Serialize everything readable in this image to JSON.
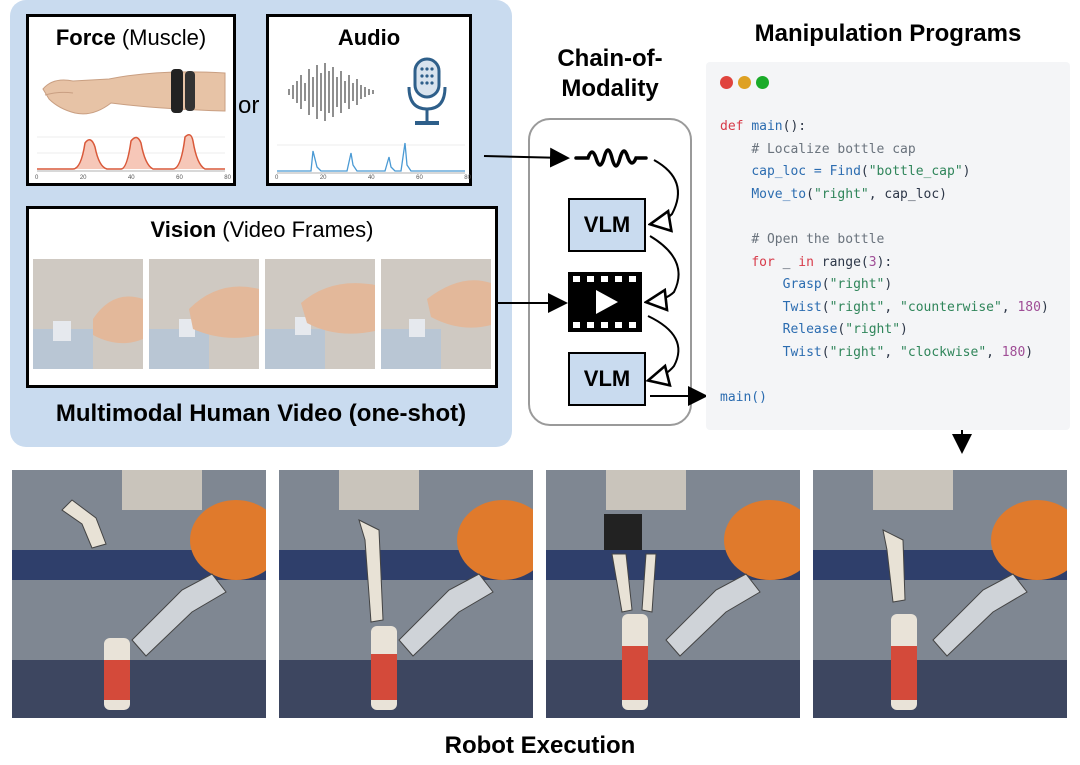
{
  "inputs": {
    "force": {
      "title_bold": "Force",
      "title_rest": " (Muscle)",
      "axis_ticks": [
        "0",
        "20",
        "40",
        "60",
        "80"
      ]
    },
    "or_text": "or",
    "audio": {
      "title": "Audio",
      "axis_ticks": [
        "0",
        "20",
        "40",
        "60",
        "80"
      ]
    },
    "vision": {
      "title_bold": "Vision",
      "title_rest": " (Video Frames)"
    },
    "panel_label": "Multimodal Human Video (one-shot)"
  },
  "chain": {
    "title": "Chain-of-Modality",
    "title_line1": "Chain-of-",
    "title_line2": "Modality",
    "vlm_label_1": "VLM",
    "vlm_label_2": "VLM"
  },
  "programs": {
    "title": "Manipulation Programs",
    "window_dots": [
      "#e0443e",
      "#dea123",
      "#1aab29"
    ],
    "code": {
      "l1_kw": "def",
      "l1_fn": "main",
      "l1_rest": "():",
      "l2": "# Localize bottle cap",
      "l3_a": "cap_loc = ",
      "l3_fn": "Find",
      "l3_b": "(",
      "l3_s": "\"bottle_cap\"",
      "l3_c": ")",
      "l4_fn": "Move_to",
      "l4_b": "(",
      "l4_s": "\"right\"",
      "l4_c": ", cap_loc)",
      "l6": "# Open the bottle",
      "l7_kw": "for",
      "l7_a": " _ ",
      "l7_kw2": "in",
      "l7_b": " range(",
      "l7_n": "3",
      "l7_c": "):",
      "l8_fn": "Grasp",
      "l8_b": "(",
      "l8_s": "\"right\"",
      "l8_c": ")",
      "l9_fn": "Twist",
      "l9_b": "(",
      "l9_s1": "\"right\"",
      "l9_m": ", ",
      "l9_s2": "\"counterwise\"",
      "l9_m2": ", ",
      "l9_n": "180",
      "l9_c": ")",
      "l10_fn": "Release",
      "l10_b": "(",
      "l10_s": "\"right\"",
      "l10_c": ")",
      "l11_fn": "Twist",
      "l11_b": "(",
      "l11_s1": "\"right\"",
      "l11_m": ", ",
      "l11_s2": "\"clockwise\"",
      "l11_m2": ", ",
      "l11_n": "180",
      "l11_c": ")",
      "l13": "main()"
    }
  },
  "robot": {
    "label": "Robot Execution"
  },
  "colors": {
    "panel_bg": "#c9dbef",
    "force_line": "#d9593a",
    "audio_line": "#4a9ad4",
    "code_bg": "#f4f5f7"
  }
}
